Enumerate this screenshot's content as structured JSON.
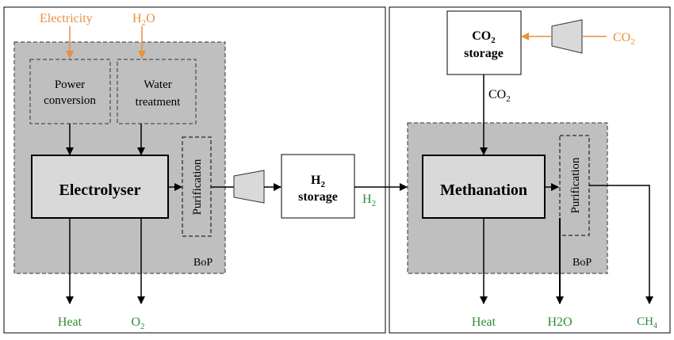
{
  "colors": {
    "input_orange": "#e8903c",
    "output_green": "#2e8b2e",
    "bop_fill": "#bfbfbf",
    "component_fill": "#d9d9d9",
    "line": "#000000"
  },
  "inputs": {
    "electricity": "Electricity",
    "water_h": "H",
    "water_sub": "2",
    "water_o": "O",
    "co2_in": {
      "main": "CO",
      "sub": "2"
    }
  },
  "electrolysis": {
    "power_conversion_line1": "Power",
    "power_conversion_line2": "conversion",
    "water_treatment_line1": "Water",
    "water_treatment_line2": "treatment",
    "electrolyser": "Electrolyser",
    "purification": "Purification",
    "bop": "BoP"
  },
  "h2_storage": {
    "h": "H",
    "sub": "2",
    "word": "storage"
  },
  "h2_label": {
    "main": "H",
    "sub": "2"
  },
  "co2_storage": {
    "main": "CO",
    "sub": "2",
    "word": "storage"
  },
  "co2_label": {
    "main": "CO",
    "sub": "2"
  },
  "methanation": {
    "label": "Methanation",
    "purification": "Purification",
    "bop": "BoP"
  },
  "outputs": {
    "heat_left": "Heat",
    "o2": {
      "main": "O",
      "sub": "2"
    },
    "heat_right": "Heat",
    "h2o": "H2O",
    "ch4": {
      "main": "CH",
      "sub": "4"
    }
  }
}
